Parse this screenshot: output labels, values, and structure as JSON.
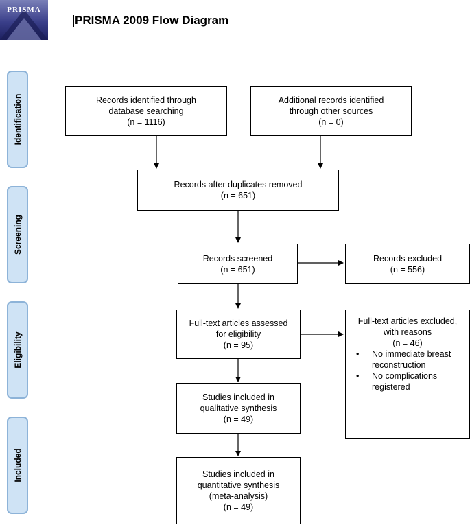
{
  "logo": {
    "text": "PRISMA"
  },
  "title": "PRISMA 2009 Flow Diagram",
  "stages": {
    "identification": "Identification",
    "screening": "Screening",
    "eligibility": "Eligibility",
    "included": "Included"
  },
  "boxes": {
    "records_identified": {
      "l1": "Records identified through",
      "l2": "database searching",
      "n": "(n = 1116)"
    },
    "additional_records": {
      "l1": "Additional records identified",
      "l2": "through other sources",
      "n": "(n = 0)"
    },
    "after_duplicates": {
      "l1": "Records after duplicates removed",
      "n": "(n = 651)"
    },
    "screened": {
      "l1": "Records screened",
      "n": "(n = 651)"
    },
    "excluded": {
      "l1": "Records excluded",
      "n": "(n = 556)"
    },
    "fulltext_assessed": {
      "l1": "Full-text articles assessed",
      "l2": "for eligibility",
      "n": "(n = 95)"
    },
    "fulltext_excluded": {
      "l1": "Full-text articles excluded,",
      "l2": "with reasons",
      "n": "(n = 46)",
      "reasons": [
        {
          "l1": "No immediate breast",
          "l2": "reconstruction"
        },
        {
          "l1": "No complications",
          "l2": "registered"
        }
      ]
    },
    "qualitative": {
      "l1": "Studies included in",
      "l2": "qualitative synthesis",
      "n": "(n = 49)"
    },
    "quantitative": {
      "l1": "Studies included in",
      "l2": "quantitative synthesis",
      "l3": "(meta-analysis)",
      "n": "(n = 49)"
    }
  }
}
